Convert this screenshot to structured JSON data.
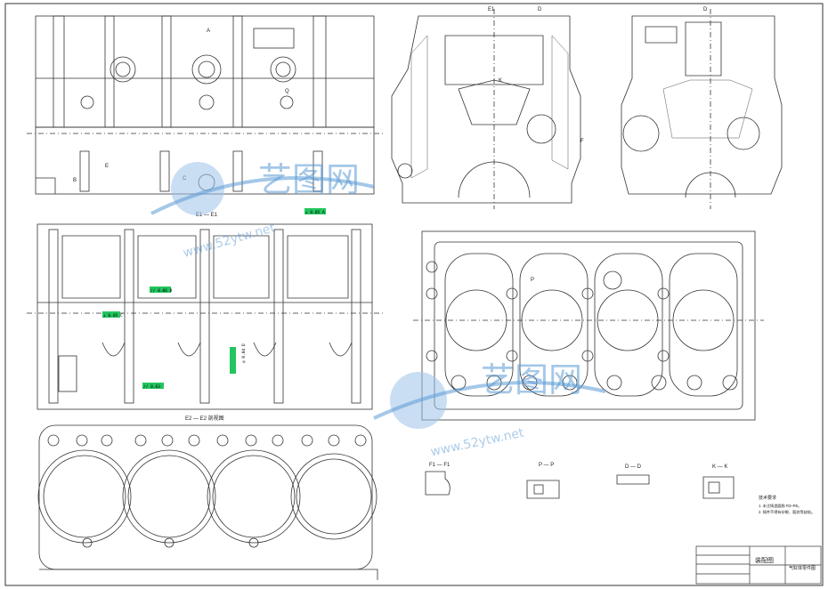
{
  "views": {
    "top_left_label": "E1 — E1",
    "mid_left_label": "E2 — E2 剖视图",
    "section_f1": "F1 — F1",
    "section_p": "P — P",
    "section_d": "D — D",
    "section_k": "K — K",
    "view_e1_tag": "E1",
    "view_d_tag": "D"
  },
  "callouts": [
    "A",
    "B",
    "C",
    "D",
    "E",
    "F",
    "K",
    "P",
    "Q"
  ],
  "tolerance_frames": [
    "⊥ 0.05 A",
    "// 0.06 B",
    "⊥ 0.05 C",
    "◎ 0.04 D",
    "// 0.03"
  ],
  "watermark": {
    "text": "艺图网",
    "url": "www.52ytw.net"
  },
  "notes": {
    "heading": "技术要求",
    "line1": "1. 未注铸造圆角 R3~R5。",
    "line2": "2. 铸件不得有砂眼、裂纹等缺陷。"
  },
  "title_block": {
    "title": "装配图",
    "subtitle": "气缸体零件图"
  },
  "colors": {
    "line": "#333333",
    "watermark_blue": "#5b9bd5",
    "highlight_green": "#22c55e"
  }
}
